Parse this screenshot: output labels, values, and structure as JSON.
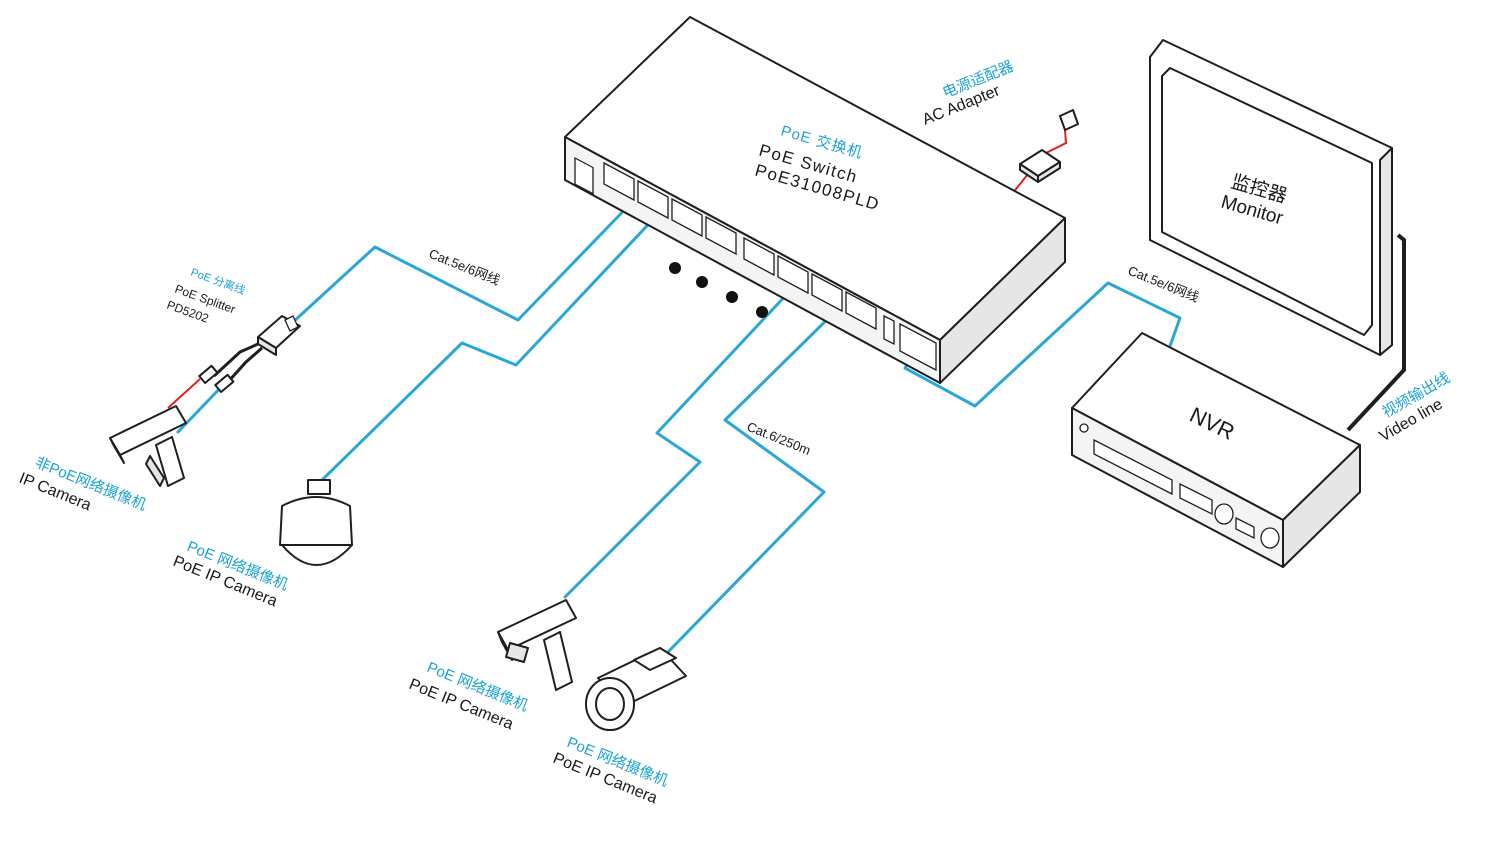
{
  "switch": {
    "label_cn": "PoE 交换机",
    "label_en": "PoE Switch",
    "model": "PoE31008PLD"
  },
  "adapter": {
    "label_cn": "电源适配器",
    "label_en": "AC Adapter"
  },
  "monitor": {
    "label_cn": "监控器",
    "label_en": "Monitor"
  },
  "nvr": {
    "label": "NVR"
  },
  "video_line": {
    "label_cn": "视频输出线",
    "label_en": "Video line"
  },
  "splitter": {
    "label_cn": "PoE 分离线",
    "label_en": "PoE Splitter",
    "model": "PD5202"
  },
  "cables": {
    "left": "Cat.5e/6网线",
    "right": "Cat.5e/6网线",
    "long": "Cat.6/250m"
  },
  "cameras": {
    "non_poe": {
      "label_cn": "非PoE网络摄像机",
      "label_en": "IP Camera"
    },
    "dome": {
      "label_cn": "PoE 网络摄像机",
      "label_en": "PoE IP Camera"
    },
    "box": {
      "label_cn": "PoE 网络摄像机",
      "label_en": "PoE IP Camera"
    },
    "bullet": {
      "label_cn": "PoE 网络摄像机",
      "label_en": "PoE IP Camera"
    }
  },
  "colors": {
    "cable": "#2aa7d8",
    "label_accent": "#1ba3d4",
    "power_cable": "#e02020",
    "outline": "#1f1f1f"
  }
}
